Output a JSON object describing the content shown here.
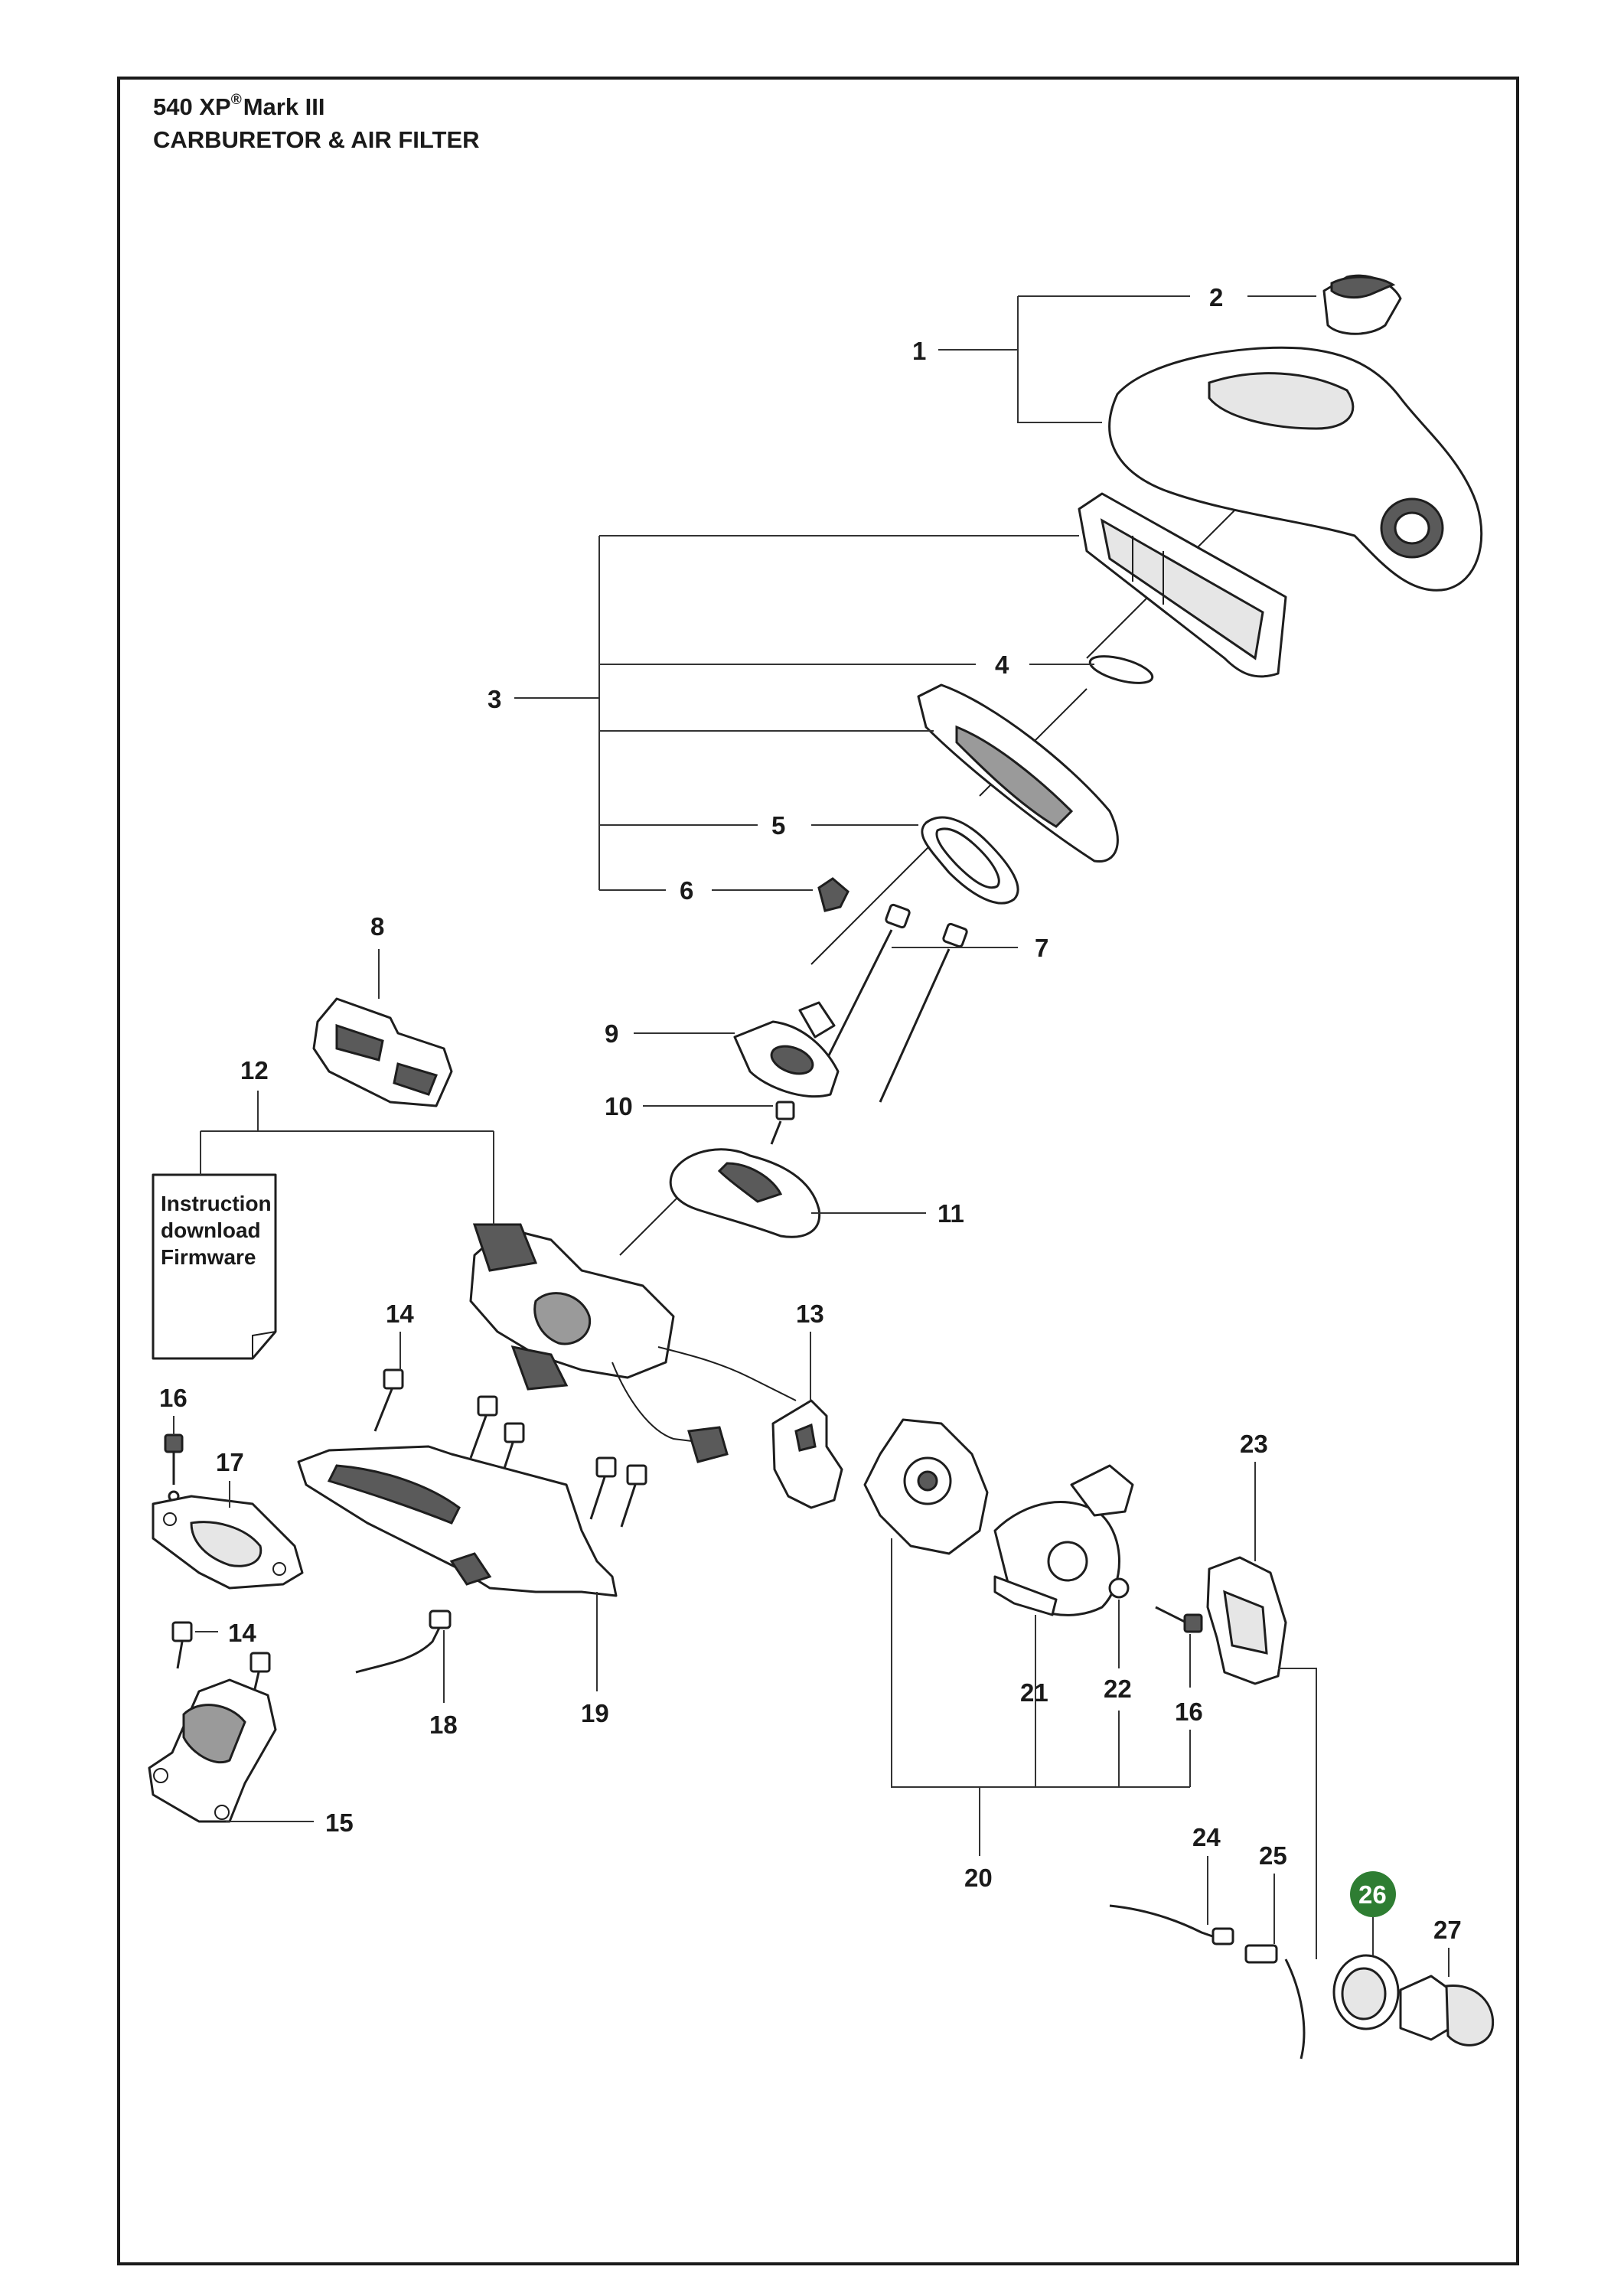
{
  "header": {
    "model_main": "540 XP",
    "model_reg": "®",
    "model_suffix": "Mark III",
    "section_title": "CARBURETOR & AIR FILTER"
  },
  "note": {
    "line1": "Instruction",
    "line2": "download",
    "line3": "Firmware"
  },
  "callouts": {
    "c1": "1",
    "c2": "2",
    "c3": "3",
    "c4": "4",
    "c5": "5",
    "c6": "6",
    "c7": "7",
    "c8": "8",
    "c9": "9",
    "c10": "10",
    "c11": "11",
    "c12": "12",
    "c13": "13",
    "c14a": "14",
    "c14b": "14",
    "c15": "15",
    "c16a": "16",
    "c16b": "16",
    "c17": "17",
    "c18": "18",
    "c19": "19",
    "c20": "20",
    "c21": "21",
    "c22": "22",
    "c23": "23",
    "c24": "24",
    "c25": "25",
    "c26": "26",
    "c27": "27"
  },
  "colors": {
    "frame": "#1a1a1a",
    "highlight_badge": "#2e7d32"
  }
}
